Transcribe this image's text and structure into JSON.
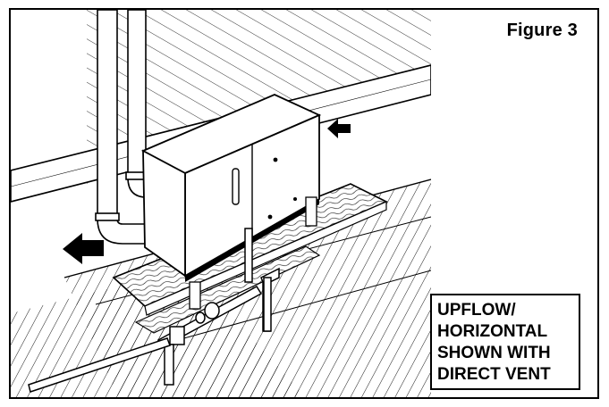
{
  "figure": {
    "label": "Figure 3"
  },
  "caption": {
    "lines": [
      "UPFLOW/",
      "HORIZONTAL",
      "SHOWN WITH",
      "DIRECT VENT"
    ]
  },
  "colors": {
    "ink": "#000000",
    "paper": "#ffffff"
  },
  "icons": {
    "intake_arrow": "arrow-left-icon",
    "exhaust_arrow": "arrow-left-icon"
  }
}
